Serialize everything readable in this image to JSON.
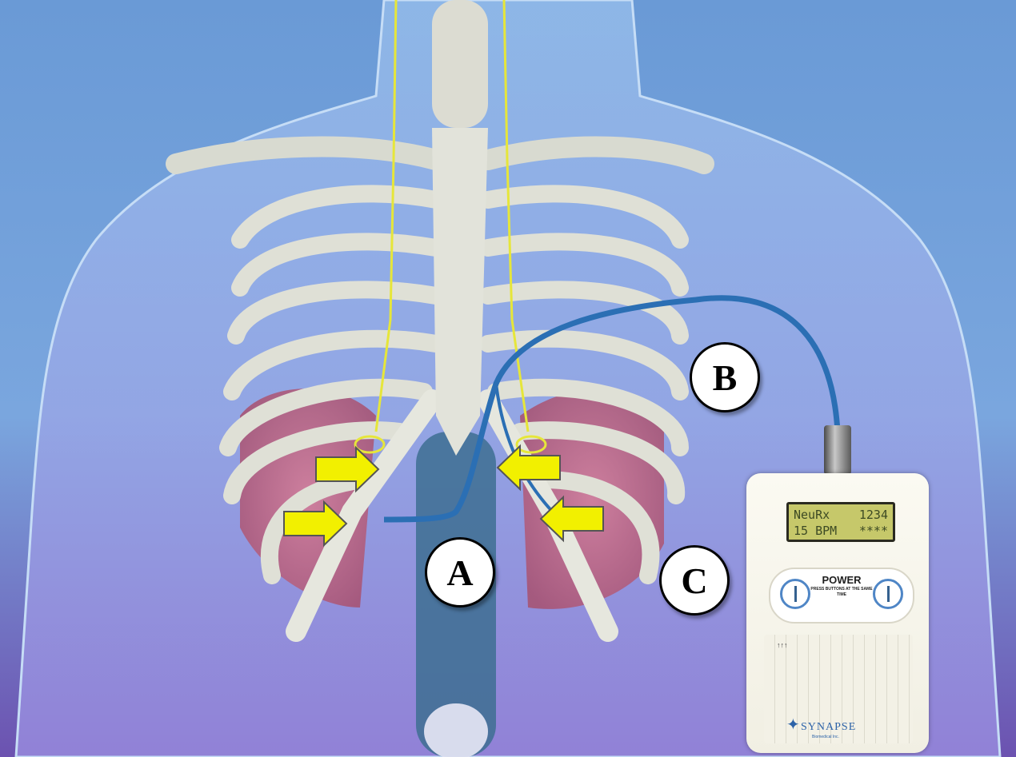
{
  "labels": {
    "a": "A",
    "b": "B",
    "c": "C"
  },
  "device": {
    "lcd_line1_left": "NeuRx",
    "lcd_line1_right": "1234",
    "lcd_line2_left": "15 BPM",
    "lcd_line2_right": "****",
    "power_label": "POWER",
    "power_instructions": "PRESS BUTTONS AT THE SAME TIME",
    "side_marks": "↑↑↑",
    "brand": "SYNAPSE",
    "brand_sub": "Biomedical Inc."
  },
  "colors": {
    "background_top": "#6a9ad6",
    "background_bottom": "#6c52b0",
    "arrow_fill": "#f2f000",
    "cable": "#2b6fb4",
    "bone": "#dfe0d6"
  },
  "icons": [
    "right-arrow-icon",
    "left-arrow-icon",
    "power-button-icon",
    "synapse-logo-icon"
  ]
}
